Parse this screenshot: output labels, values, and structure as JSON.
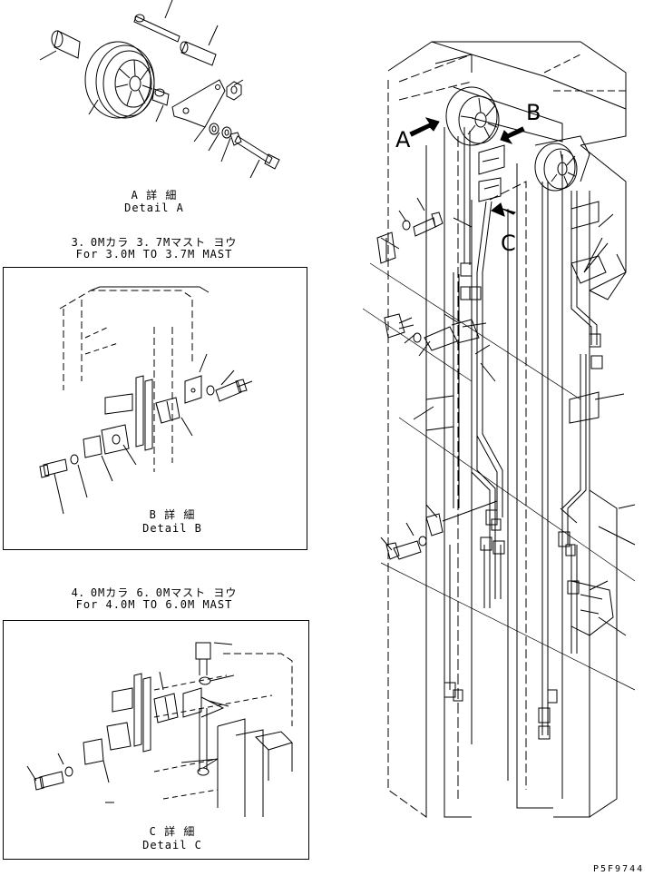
{
  "detail_a": {
    "jp": "A 詳 細",
    "en": "Detail A"
  },
  "section_b": {
    "jp": "3．0Mカラ  3．7Mマスト  ヨウ",
    "en": "For 3.0M TO 3.7M MAST"
  },
  "detail_b": {
    "jp": "B 詳 細",
    "en": "Detail B"
  },
  "section_c": {
    "jp": "4．0Mカラ  6．0Mマスト  ヨウ",
    "en": "For 4.0M TO 6.0M MAST"
  },
  "detail_c": {
    "jp": "C 詳 細",
    "en": "Detail C"
  },
  "callouts": {
    "a": "A",
    "b": "B",
    "c": "C"
  },
  "drawing_code": "P5F9744"
}
